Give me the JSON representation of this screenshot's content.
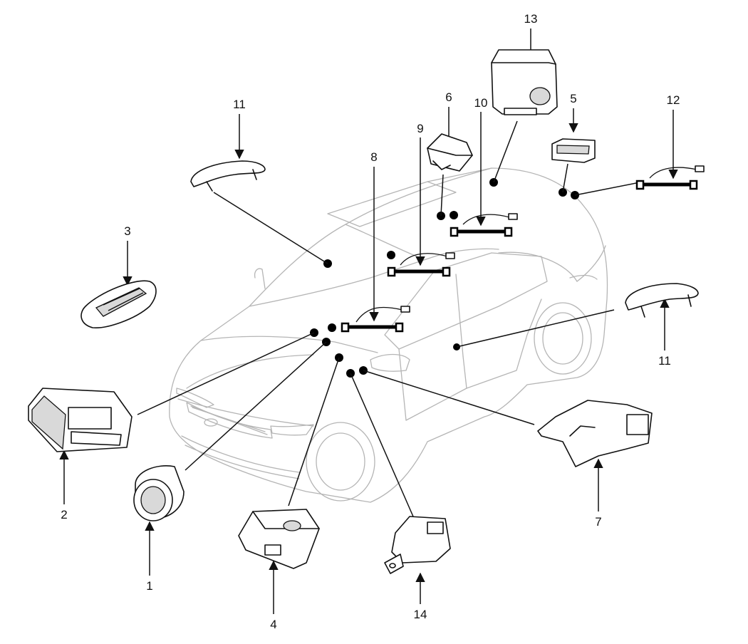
{
  "callouts": {
    "c1": "1",
    "c2": "2",
    "c3": "3",
    "c4": "4",
    "c5": "5",
    "c6": "6",
    "c7": "7",
    "c8": "8",
    "c9": "9",
    "c10": "10",
    "c11_left": "11",
    "c11_right": "11",
    "c12": "12",
    "c13": "13",
    "c14": "14"
  }
}
